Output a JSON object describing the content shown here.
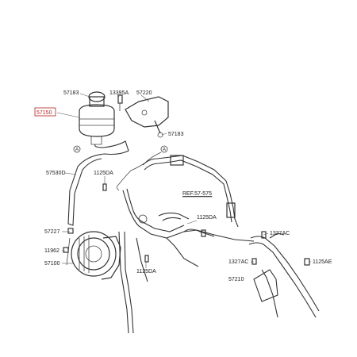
{
  "labels": {
    "p57183_top": "57183",
    "p57150": "57150",
    "p13395A": "13395A",
    "p57220": "57220",
    "p57183_right": "57183",
    "p57530D": "57530D",
    "p1125DA_a": "1125DA",
    "ref": "REF.57-575",
    "p1125DA_b": "1125DA",
    "p57227": "57227",
    "p11962": "11962",
    "p57100": "57100",
    "p1125DA_c": "1125DA",
    "p1327AC_a": "1327AC",
    "p1327AC_b": "1327AC",
    "p1125AE": "1125AE",
    "p57210": "57210"
  },
  "markers": {
    "a1": "A",
    "a2": "A"
  },
  "colors": {
    "highlight": "#b22222",
    "line": "#333333"
  }
}
